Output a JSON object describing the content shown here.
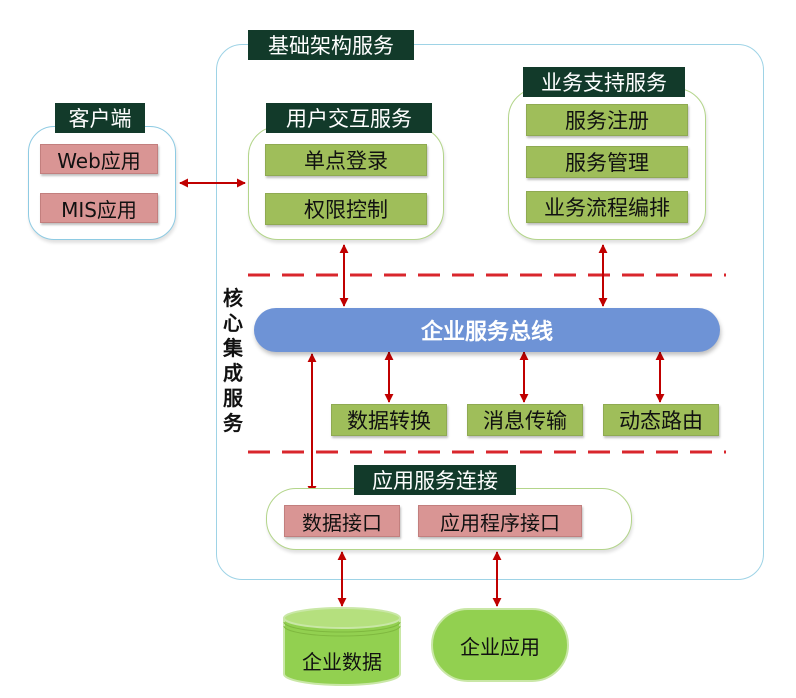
{
  "platform": {
    "title": "基础架构服务"
  },
  "client": {
    "title": "客户端",
    "items": [
      "Web应用",
      "MIS应用"
    ]
  },
  "user_interaction": {
    "title": "用户交互服务",
    "items": [
      "单点登录",
      "权限控制"
    ]
  },
  "business_support": {
    "title": "业务支持服务",
    "items": [
      "服务注册",
      "服务管理",
      "业务流程编排"
    ]
  },
  "core": {
    "label": "核心集成服务",
    "bus": "企业服务总线",
    "items": [
      "数据转换",
      "消息传输",
      "动态路由"
    ]
  },
  "app_connection": {
    "title": "应用服务连接",
    "items": [
      "数据接口",
      "应用程序接口"
    ]
  },
  "external": {
    "data": "企业数据",
    "app": "企业应用"
  },
  "colors": {
    "dark_label": "#123a2a",
    "green_item": "#9fbe5a",
    "pink_item": "#d99594",
    "bus": "#6e93d6",
    "arrow": "#c00000",
    "dashed_line": "#d9262c",
    "outer_border": "#9ed3e6",
    "group_border": "#b3d58a"
  }
}
